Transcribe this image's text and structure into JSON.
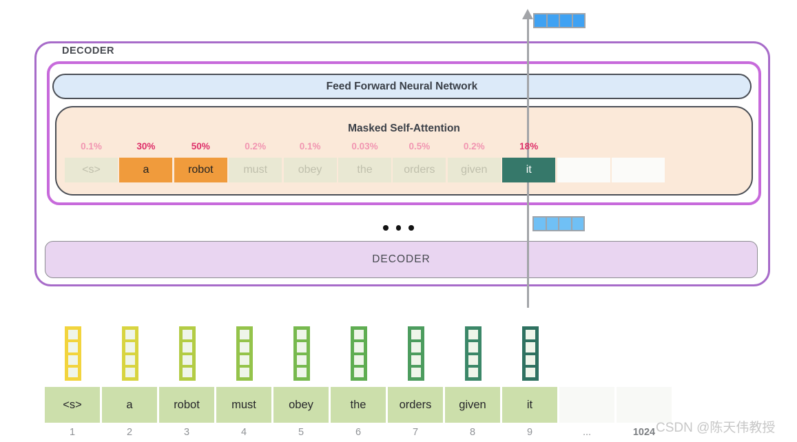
{
  "decoder_block": {
    "label": "DECODER",
    "ffnn_label": "Feed Forward Neural Network",
    "attention": {
      "title": "Masked Self-Attention",
      "tokens": [
        {
          "text": "<s>",
          "pct": "0.1%",
          "style": "dim",
          "pct_style": "light"
        },
        {
          "text": "a",
          "pct": "30%",
          "style": "orange",
          "pct_style": "strong"
        },
        {
          "text": "robot",
          "pct": "50%",
          "style": "orange",
          "pct_style": "strong"
        },
        {
          "text": "must",
          "pct": "0.2%",
          "style": "dim",
          "pct_style": "light"
        },
        {
          "text": "obey",
          "pct": "0.1%",
          "style": "dim",
          "pct_style": "light"
        },
        {
          "text": "the",
          "pct": "0.03%",
          "style": "dim",
          "pct_style": "light"
        },
        {
          "text": "orders",
          "pct": "0.5%",
          "style": "dim",
          "pct_style": "light"
        },
        {
          "text": "given",
          "pct": "0.2%",
          "style": "dim",
          "pct_style": "light"
        },
        {
          "text": "it",
          "pct": "18%",
          "style": "teal",
          "pct_style": "strong"
        },
        {
          "text": "",
          "style": "empty"
        },
        {
          "text": "",
          "style": "empty"
        }
      ]
    },
    "ellipsis_dots": 3,
    "inner_decoder_label": "DECODER"
  },
  "output_vector": {
    "cells": 4,
    "fill": "#3fa2f3"
  },
  "hidden_vector": {
    "cells": 4,
    "fill": "#70c0f5"
  },
  "input_row": {
    "tokens": [
      "<s>",
      "a",
      "robot",
      "must",
      "obey",
      "the",
      "orders",
      "given",
      "it",
      "",
      ""
    ],
    "positions": [
      "1",
      "2",
      "3",
      "4",
      "5",
      "6",
      "7",
      "8",
      "9",
      "...",
      "1024"
    ],
    "embedding_colors": [
      "#f2d43d",
      "#d8d440",
      "#b3cc44",
      "#94c34a",
      "#77b94e",
      "#5fad52",
      "#4c9c5e",
      "#3b8768",
      "#2e7160"
    ]
  },
  "colors": {
    "outer_border": "#a76bc9",
    "inner_border": "#c76adb",
    "ffnn_fill": "#dceaf9",
    "attention_fill": "#fbe9d9",
    "decoder_fill": "#e9d5f1",
    "token_dim": "#e9e8d3",
    "token_orange": "#f09b3c",
    "token_teal": "#36786a",
    "pct_light": "#f195b1",
    "pct_strong": "#de2f69",
    "input_token_green": "#ccdfab"
  },
  "watermark": "CSDN @陈天伟教授"
}
